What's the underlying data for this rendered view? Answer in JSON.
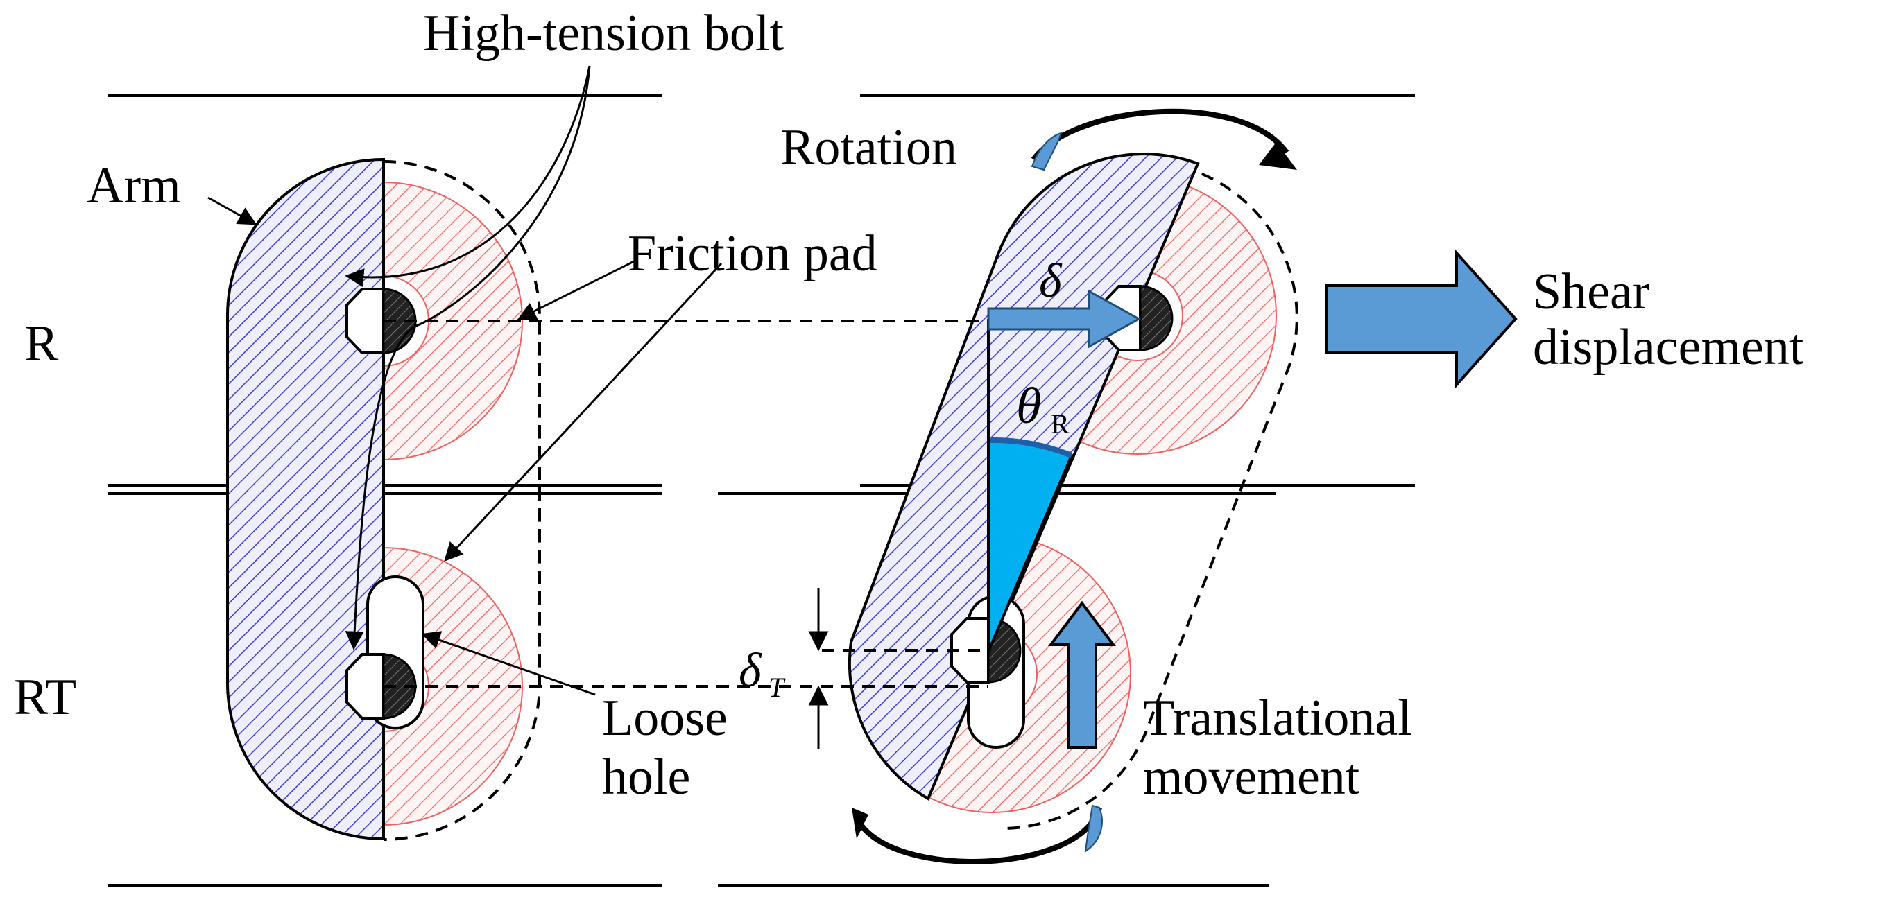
{
  "labels": {
    "high_tension_bolt": "High-tension bolt",
    "arm": "Arm",
    "friction_pad": "Friction pad",
    "rotation": "Rotation",
    "shear_line1": "Shear",
    "shear_line2": "displacement",
    "row_r": "R",
    "row_rt": "RT",
    "loose_line1": "Loose",
    "loose_line2": "hole",
    "trans_line1": "Translational",
    "trans_line2": "movement",
    "delta": "δ",
    "theta": "θ",
    "theta_sub": "R",
    "delta_t": "δ",
    "delta_t_sub": "T"
  },
  "colors": {
    "arm_hatch": "#3a3ad6",
    "arm_fill": "#eeeefc",
    "pad_hatch": "#f06060",
    "pad_fill": "#fff4f4",
    "arrow_fill": "#5b9bd5",
    "angle_fill": "#00b0f0"
  }
}
